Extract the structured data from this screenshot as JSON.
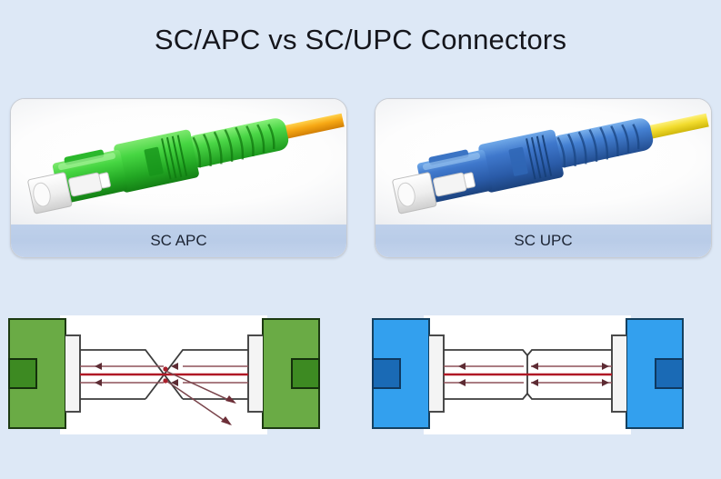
{
  "page": {
    "title": "SC/APC vs SC/UPC Connectors",
    "background_color": "#dde8f6"
  },
  "cards": [
    {
      "id": "apc",
      "label": "SC APC",
      "connector_color": "#3fc43f",
      "connector_dark": "#1f8a20",
      "cable_color": "#f5a623",
      "ferrule_color": "#f2f2f2",
      "image_name": "sc-apc-connector-photo"
    },
    {
      "id": "upc",
      "label": "SC UPC",
      "connector_color": "#2f6fc4",
      "connector_dark": "#1b4a8c",
      "cable_color": "#f2d93b",
      "ferrule_color": "#f2f2f2",
      "image_name": "sc-upc-connector-photo"
    }
  ],
  "diagrams": [
    {
      "id": "apc",
      "name": "sc-apc-endface-diagram",
      "body_color": "#6aab45",
      "body_stroke": "#1d3a12",
      "inner_color": "#3d8a22",
      "ferrule_color": "#f4f4f4",
      "ferrule_stroke": "#4a4a4a",
      "endface": "angled",
      "beam_color": "#b01825",
      "ray_color": "#6f4048",
      "background": "#ffffff"
    },
    {
      "id": "upc",
      "name": "sc-upc-endface-diagram",
      "body_color": "#33a0ee",
      "body_stroke": "#14405f",
      "inner_color": "#1a6ab5",
      "ferrule_color": "#f4f4f4",
      "ferrule_stroke": "#4a4a4a",
      "endface": "flat",
      "beam_color": "#b01825",
      "ray_color": "#6f4048",
      "background": "#ffffff"
    }
  ]
}
